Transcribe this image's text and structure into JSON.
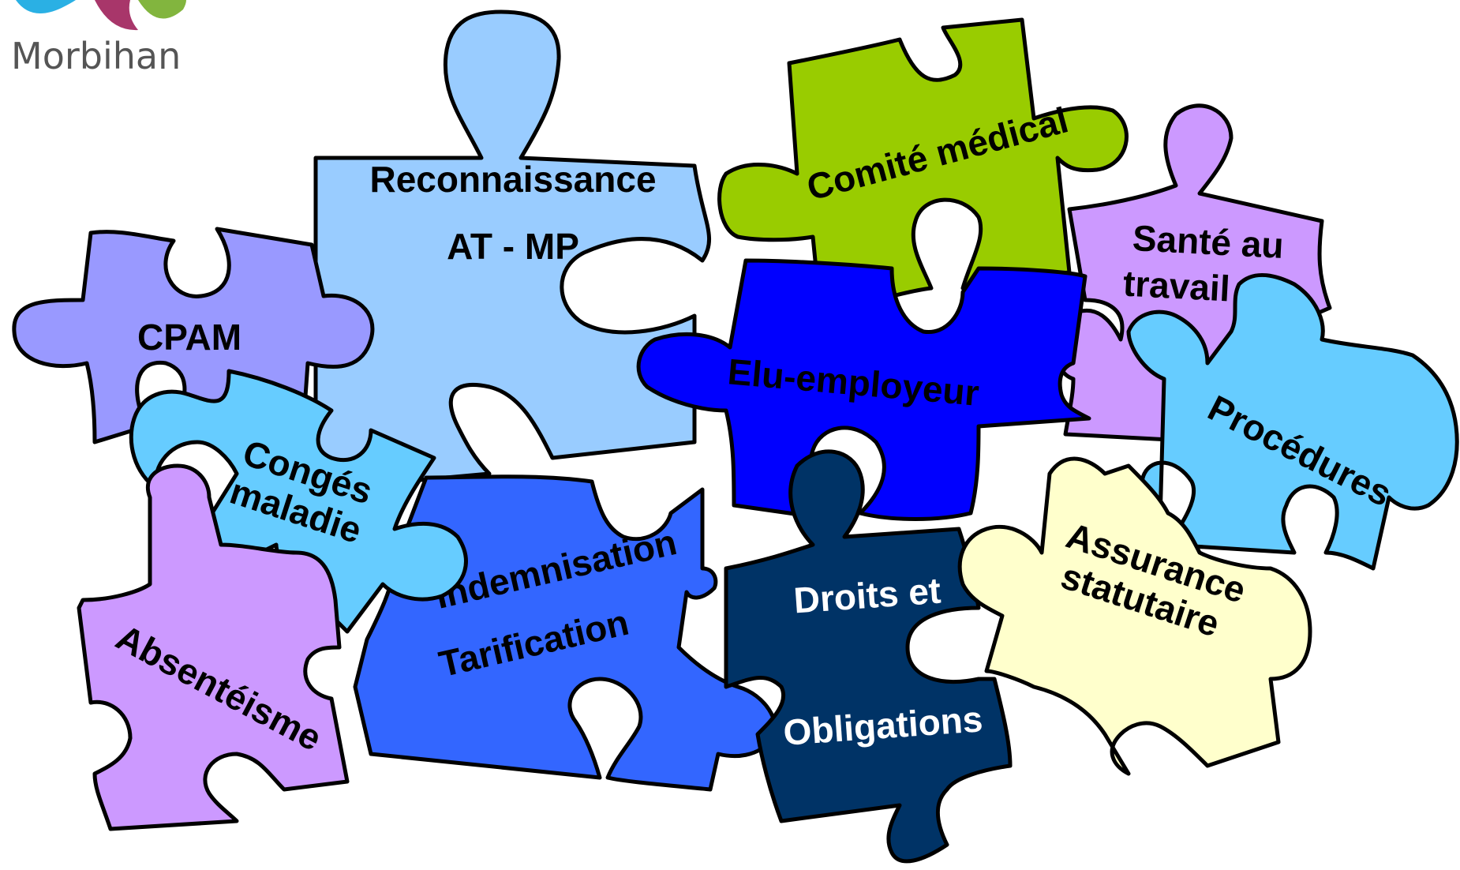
{
  "logo": {
    "text": "Morbihan",
    "colors": {
      "blue": "#2ab0e4",
      "magenta": "#a8366a",
      "green": "#82b53e",
      "text": "#555555"
    }
  },
  "pieces": [
    {
      "id": "reconnaissance",
      "lines": [
        "Reconnaissance",
        "AT - MP"
      ],
      "fill": "#99ccff",
      "text_color": "#000000"
    },
    {
      "id": "cpam",
      "lines": [
        "CPAM"
      ],
      "fill": "#9999ff",
      "text_color": "#000000"
    },
    {
      "id": "comite-medical",
      "lines": [
        "Comité médical"
      ],
      "fill": "#99cc00",
      "text_color": "#000000"
    },
    {
      "id": "sante-au-travail",
      "lines": [
        "Santé au",
        "travail"
      ],
      "fill": "#cc99ff",
      "text_color": "#000000"
    },
    {
      "id": "elu-employeur",
      "lines": [
        "Elu-employeur"
      ],
      "fill": "#0000ff",
      "text_color": "#000000"
    },
    {
      "id": "conges-maladie",
      "lines": [
        "Congés",
        "maladie"
      ],
      "fill": "#66ccff",
      "text_color": "#000000"
    },
    {
      "id": "indemnisation-tarification",
      "lines": [
        "Indemnisation",
        "Tarification"
      ],
      "fill": "#3366ff",
      "text_color": "#000000"
    },
    {
      "id": "absenteisme",
      "lines": [
        "Absentéisme"
      ],
      "fill": "#cc99ff",
      "text_color": "#000000"
    },
    {
      "id": "droits-et-obligations",
      "lines": [
        "Droits et",
        "Obligations"
      ],
      "fill": "#003366",
      "text_color": "#ffffff"
    },
    {
      "id": "procedures",
      "lines": [
        "Procédures"
      ],
      "fill": "#66ccff",
      "text_color": "#000000"
    },
    {
      "id": "assurance-statutaire",
      "lines": [
        "Assurance",
        "statutaire"
      ],
      "fill": "#ffffcc",
      "text_color": "#000000"
    }
  ]
}
